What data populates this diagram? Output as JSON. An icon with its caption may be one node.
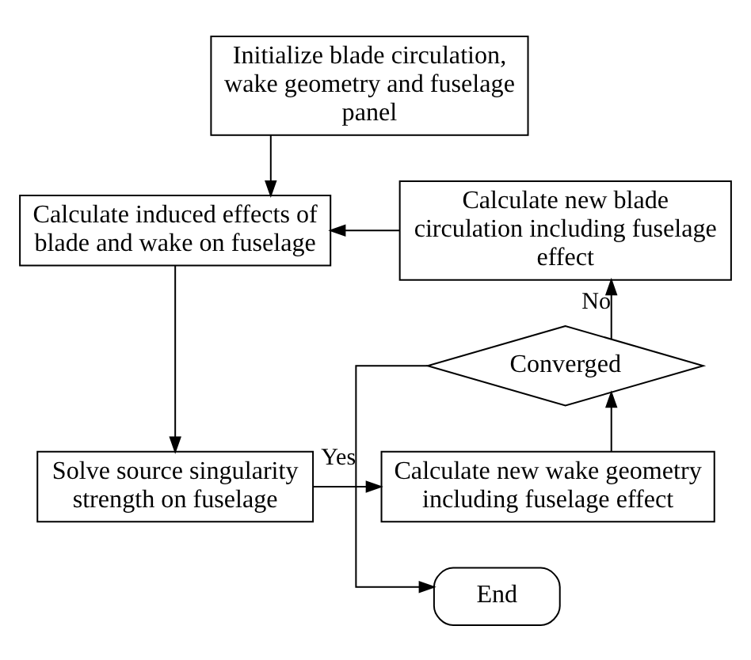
{
  "diagram": {
    "nodes": [
      {
        "text": [
          "Initialize blade circulation, wake geometry and fuselage panel"
        ]
      },
      {
        "text": [
          "Calculate induced effects of blade and wake on fuselage"
        ]
      },
      {
        "text": [
          "Calculate new blade circulation including fuselage effect"
        ]
      },
      {
        "text": [
          "Converged"
        ]
      },
      {
        "text": [
          "Solve source singularity strength on fuselage"
        ]
      },
      {
        "text": [
          "Calculate new wake geometry including fuselage effect"
        ]
      },
      {
        "text": [
          "End"
        ]
      }
    ],
    "edges": [
      {
        "from": 0,
        "to": 1,
        "arrow": "to"
      },
      {
        "from": 2,
        "to": 1,
        "arrow": "to"
      },
      {
        "from": 1,
        "to": 4,
        "arrow": "to"
      },
      {
        "from": 4,
        "to": 5,
        "arrow": "to"
      },
      {
        "from": 5,
        "to": 3,
        "arrow": "to"
      },
      {
        "from": 3,
        "to": 2,
        "label": "No",
        "arrow": "to"
      },
      {
        "from": 3,
        "to": 6,
        "label": "Yes",
        "arrow": "to"
      }
    ]
  }
}
